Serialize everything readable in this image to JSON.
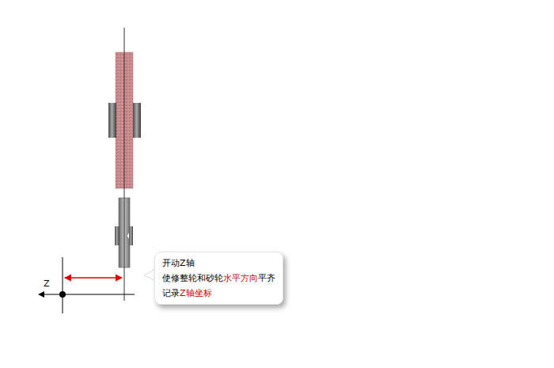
{
  "diagram": {
    "nodes": [
      {
        "text": [
          "开动Z轴",
          "使修整轮和砂轮水平方向平齐",
          "记录Z轴坐标"
        ]
      }
    ],
    "labels": [
      "Z"
    ]
  }
}
